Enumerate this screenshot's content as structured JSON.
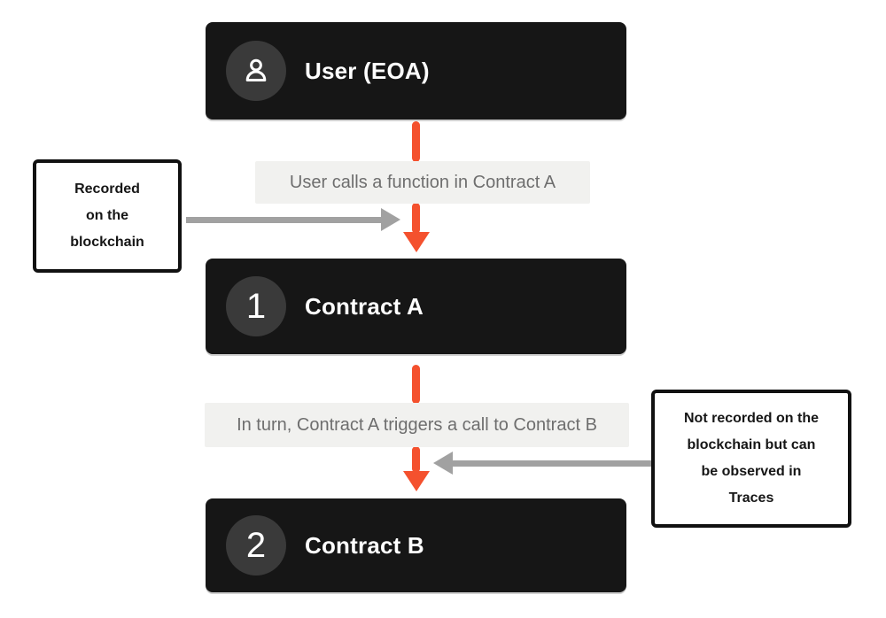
{
  "theme": {
    "background": "#ffffff",
    "node_bg": "#161616",
    "node_circle_bg": "#3a3a3a",
    "node_text": "#ffffff",
    "edge_label_bg": "#f1f1ef",
    "edge_label_text": "#6e6e6e",
    "arrow_orange": "#f4512e",
    "arrow_gray": "#a1a1a1",
    "note_border": "#111111",
    "note_text": "#161616",
    "note_bg": "#ffffff"
  },
  "nodes": {
    "user": {
      "title": "User (EOA)",
      "icon": "user-icon"
    },
    "contract_a": {
      "title": "Contract A",
      "badge": "1"
    },
    "contract_b": {
      "title": "Contract B",
      "badge": "2"
    }
  },
  "edge_labels": {
    "call_1": "User calls a function in Contract A",
    "call_2": "In turn, Contract A triggers a call to Contract B"
  },
  "notes": {
    "left": {
      "full_text": "Recorded on the blockchain",
      "lines": {
        "0": "Recorded",
        "1": "on the",
        "2": "blockchain"
      }
    },
    "right": {
      "full_text": "Not recorded on the blockchain but can be observed in Traces",
      "lines": {
        "0": "Not recorded on the",
        "1": "blockchain but can",
        "2": "be observed in",
        "3": "Traces"
      }
    }
  }
}
